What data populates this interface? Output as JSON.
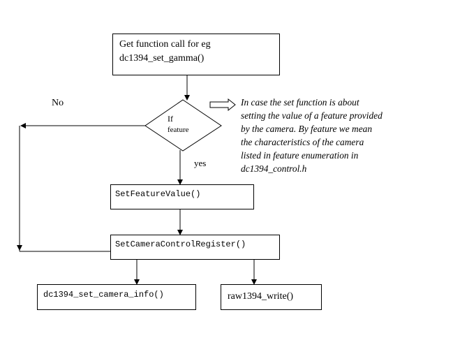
{
  "nodes": {
    "start": {
      "line1": "Get function call for eg",
      "line2": "dc1394_set_gamma()"
    },
    "decision": {
      "line1": "If",
      "line2": "feature"
    },
    "set_feature_value": {
      "label": "SetFeatureValue()"
    },
    "set_camera_control_register": {
      "label": "SetCameraControlRegister()"
    },
    "set_camera_info": {
      "label": "dc1394_set_camera_info()"
    },
    "raw_write": {
      "label": "raw1394_write()"
    }
  },
  "edges": {
    "no_label": "No",
    "yes_label": "yes"
  },
  "note": {
    "lines": [
      "In case the set function is about",
      "setting the value of a feature provided",
      "by the camera. By feature we mean",
      "the characteristics of the camera",
      "listed in feature enumeration in",
      "dc1394_control.h"
    ]
  }
}
